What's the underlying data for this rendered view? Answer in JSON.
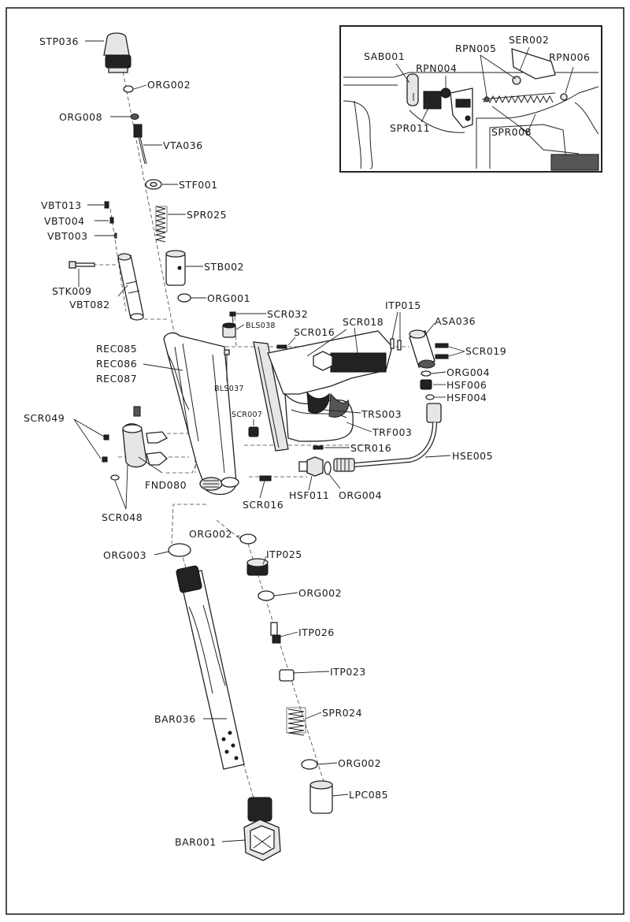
{
  "labels": {
    "stp036": "STP036",
    "org002_a": "ORG002",
    "org008": "ORG008",
    "vta036": "VTA036",
    "stf001": "STF001",
    "spr025": "SPR025",
    "vbt013": "VBT013",
    "vbt004": "VBT004",
    "vbt003": "VBT003",
    "stk009": "STK009",
    "vbt082": "VBT082",
    "stb002": "STB002",
    "org001": "ORG001",
    "scr032": "SCR032",
    "bls038": "BLS038",
    "bls037": "BLS037",
    "rec085": "REC085",
    "rec086": "REC086",
    "rec087": "REC087",
    "scr016_a": "SCR016",
    "scr018": "SCR018",
    "itp015": "ITP015",
    "asa036": "ASA036",
    "scr019": "SCR019",
    "org004_a": "ORG004",
    "hsf006": "HSF006",
    "hsf004": "HSF004",
    "scr049": "SCR049",
    "scr007": "SCR007",
    "trs003": "TRS003",
    "trf003": "TRF003",
    "scr016_b": "SCR016",
    "hse005": "HSE005",
    "fnd080": "FND080",
    "hsf011": "HSF011",
    "org004_b": "ORG004",
    "scr016_c": "SCR016",
    "scr048": "SCR048",
    "org002_b": "ORG002",
    "org003": "ORG003",
    "itp025": "ITP025",
    "org002_c": "ORG002",
    "itp026": "ITP026",
    "itp023": "ITP023",
    "bar036": "BAR036",
    "spr024": "SPR024",
    "org002_d": "ORG002",
    "lpc085": "LPC085",
    "bar001": "BAR001"
  },
  "inset": {
    "sab001": "SAB001",
    "rpn005": "RPN005",
    "ser002": "SER002",
    "rpn004": "RPN004",
    "rpn006": "RPN006",
    "spr011": "SPR011",
    "spr008": "SPR008"
  }
}
